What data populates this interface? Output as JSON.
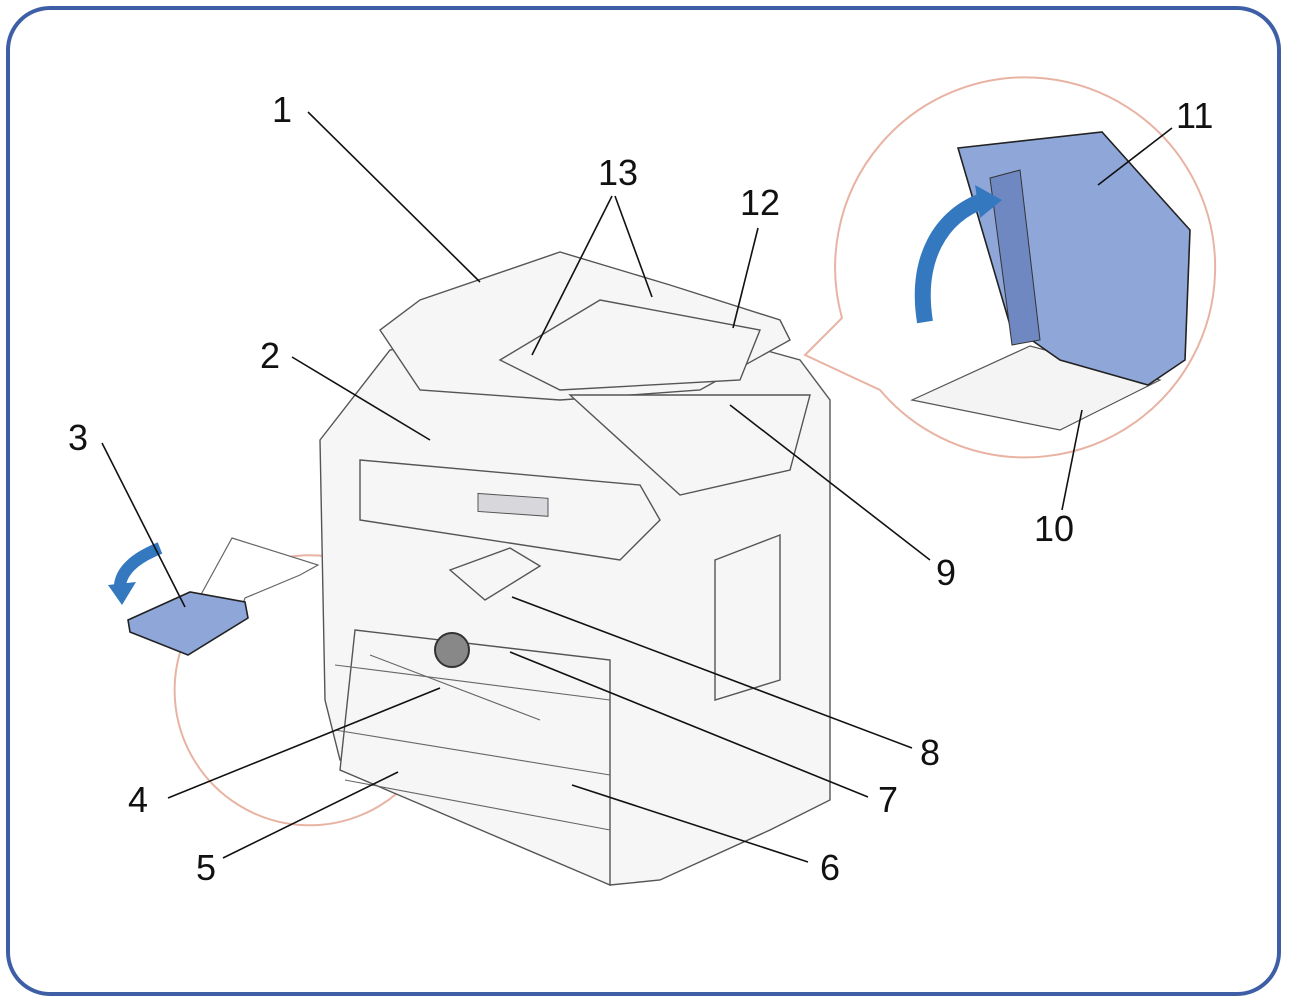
{
  "diagram": {
    "callouts": [
      {
        "id": "1",
        "label": "1"
      },
      {
        "id": "2",
        "label": "2"
      },
      {
        "id": "3",
        "label": "3"
      },
      {
        "id": "4",
        "label": "4"
      },
      {
        "id": "5",
        "label": "5"
      },
      {
        "id": "6",
        "label": "6"
      },
      {
        "id": "7",
        "label": "7"
      },
      {
        "id": "8",
        "label": "8"
      },
      {
        "id": "9",
        "label": "9"
      },
      {
        "id": "10",
        "label": "10"
      },
      {
        "id": "11",
        "label": "11"
      },
      {
        "id": "12",
        "label": "12"
      },
      {
        "id": "13",
        "label": "13"
      }
    ]
  },
  "colors": {
    "frame": "#3e5fa6",
    "accent_blue": "#3478c0",
    "part_blue": "#8fa7d8",
    "inset_outline": "#e8b3a3"
  }
}
